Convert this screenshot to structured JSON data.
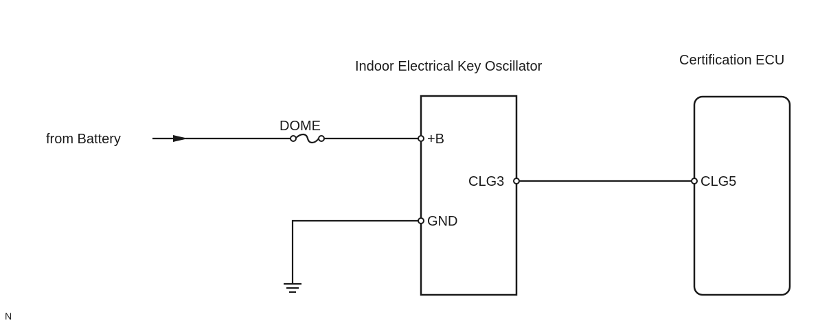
{
  "components": {
    "oscillator_title": "Indoor Electrical Key Oscillator",
    "ecu_title": "Certification ECU"
  },
  "source": {
    "label": "from Battery"
  },
  "fuse": {
    "label": "DOME"
  },
  "pins": {
    "b_plus": "+B",
    "gnd": "GND",
    "clg3": "CLG3",
    "clg5": "CLG5"
  },
  "footer": {
    "code": "N"
  }
}
